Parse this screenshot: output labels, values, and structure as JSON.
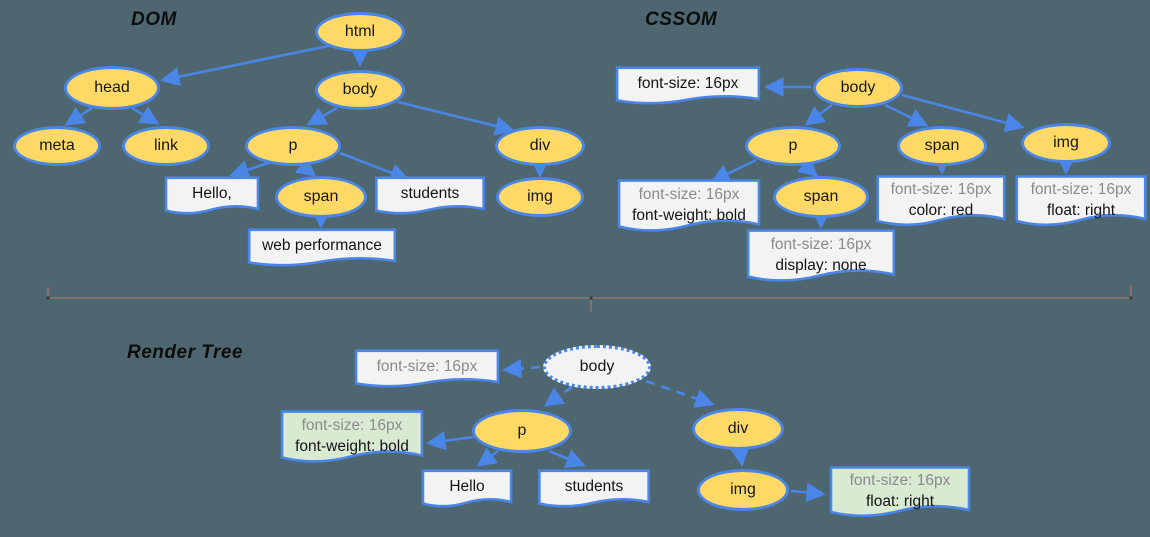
{
  "colors": {
    "bg": "#4d6670",
    "arrow": "#4a86e8",
    "node_fill": "#ffd966",
    "node_border": "#4a86e8",
    "doc_fill": "#f3f3f3",
    "doc_green": "#d9ead3",
    "render_body_fill": "#f2f3f5",
    "rule_gray": "#8b8b8b",
    "divider": "#7b756d"
  },
  "dom": {
    "title": "DOM",
    "nodes": {
      "html": "html",
      "head": "head",
      "body": "body",
      "meta": "meta",
      "link": "link",
      "p": "p",
      "div": "div",
      "span": "span",
      "img": "img"
    },
    "texts": {
      "hello": "Hello,",
      "students": "students",
      "web_performance": "web performance"
    }
  },
  "cssom": {
    "title": "CSSOM",
    "nodes": {
      "body": "body",
      "p": "p",
      "span": "span",
      "span_in_p": "span",
      "img": "img"
    },
    "rules": {
      "body": [
        "font-size: 16px"
      ],
      "p": [
        "font-size: 16px",
        "font-weight: bold"
      ],
      "span": [
        "font-size: 16px",
        "color: red"
      ],
      "span_in_p": [
        "font-size: 16px",
        "display: none"
      ],
      "img": [
        "font-size: 16px",
        "float: right"
      ]
    }
  },
  "render_tree": {
    "title": "Render Tree",
    "nodes": {
      "body": "body",
      "p": "p",
      "div": "div",
      "img": "img"
    },
    "rules": {
      "body": [
        "font-size: 16px"
      ],
      "p": [
        "font-size: 16px",
        "font-weight: bold"
      ],
      "img": [
        "font-size: 16px",
        "float: right"
      ]
    },
    "texts": {
      "hello": "Hello",
      "students": "students"
    }
  }
}
